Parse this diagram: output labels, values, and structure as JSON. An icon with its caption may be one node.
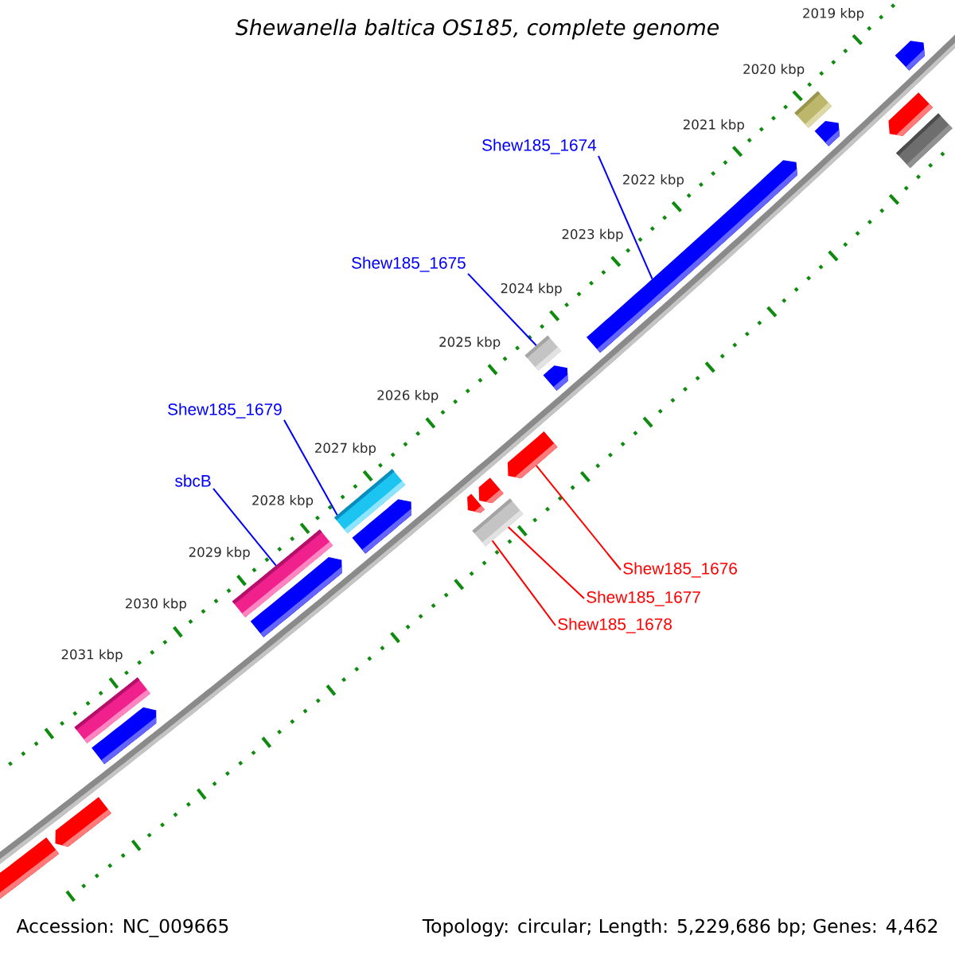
{
  "diagram": {
    "title": "Shewanella baltica OS185, complete genome",
    "nodes": [
      {
        "text": [],
        "shape": "pentagon"
      },
      {
        "text": [],
        "shape": "bar"
      },
      {
        "text": [],
        "shape": "pentagon"
      },
      {
        "text": [],
        "shape": "pentagon"
      },
      {
        "text": [],
        "shape": "bar"
      },
      {
        "text": [
          "Shew185_1674"
        ]
      },
      {
        "text": [],
        "shape": "pentagon"
      },
      {
        "text": [
          "Shew185_1675"
        ]
      },
      {
        "text": [],
        "shape": "bar"
      },
      {
        "text": [],
        "shape": "pentagon"
      },
      {
        "text": [
          "Shew185_1679"
        ]
      },
      {
        "text": [],
        "shape": "pentagon"
      },
      {
        "text": [
          "sbcB"
        ]
      },
      {
        "text": [],
        "shape": "pentagon"
      },
      {
        "text": [],
        "shape": "bar"
      },
      {
        "text": [],
        "shape": "pentagon"
      },
      {
        "text": [],
        "shape": "bar"
      },
      {
        "text": [],
        "shape": "pentagon"
      },
      {
        "text": [
          "Shew185_1676"
        ]
      },
      {
        "text": [],
        "shape": "bar"
      },
      {
        "text": [],
        "shape": "pentagon"
      },
      {
        "text": [
          "Shew185_1677"
        ]
      },
      {
        "text": [
          "Shew185_1678"
        ]
      },
      {
        "text": [],
        "shape": "bar"
      },
      {
        "text": [],
        "shape": "pentagon"
      },
      {
        "text": [],
        "shape": "pentagon"
      },
      {
        "text": [],
        "shape": "pentagon"
      }
    ],
    "edges": [
      {
        "from": 5,
        "to": 6,
        "arrow": "none"
      },
      {
        "from": 7,
        "to": 8,
        "arrow": "none"
      },
      {
        "from": 10,
        "to": 14,
        "arrow": "none"
      },
      {
        "from": 12,
        "to": 19,
        "arrow": "none"
      },
      {
        "from": 18,
        "to": 11,
        "arrow": "none",
        "color": "#ff0000"
      },
      {
        "from": 21,
        "to": 16,
        "arrow": "none",
        "color": "#ff0000"
      },
      {
        "from": 22,
        "to": 16,
        "arrow": "none",
        "color": "#ff0000"
      }
    ],
    "labels": [
      "2019 kbp",
      "2020 kbp",
      "2021 kbp",
      "2022 kbp",
      "2023 kbp",
      "2024 kbp",
      "2025 kbp",
      "2026 kbp",
      "2027 kbp",
      "2028 kbp",
      "2029 kbp",
      "2030 kbp",
      "2031 kbp",
      "Accession: NC_009665",
      "Topology: circular; Length: 5,229,686 bp; Genes: 4,462"
    ]
  }
}
